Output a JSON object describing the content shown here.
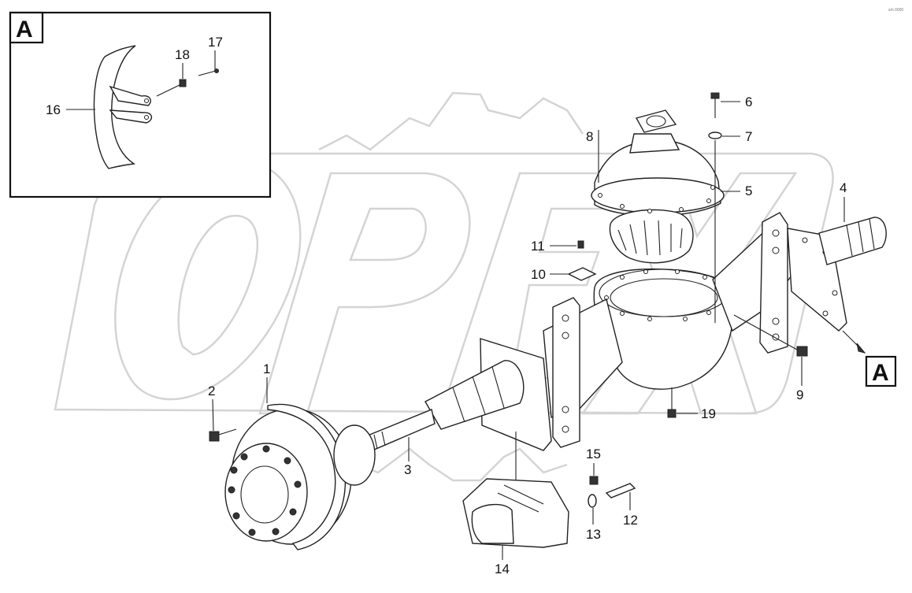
{
  "watermark": {
    "text": "OPEX",
    "color": "#d4d4d4"
  },
  "corner_mark": "s/n 0000",
  "detail_view": {
    "label": "A",
    "reference_label": "A"
  },
  "callouts": [
    {
      "id": "c1",
      "text": "1"
    },
    {
      "id": "c2",
      "text": "2"
    },
    {
      "id": "c3",
      "text": "3"
    },
    {
      "id": "c4",
      "text": "4"
    },
    {
      "id": "c5",
      "text": "5"
    },
    {
      "id": "c6",
      "text": "6"
    },
    {
      "id": "c7",
      "text": "7"
    },
    {
      "id": "c8",
      "text": "8"
    },
    {
      "id": "c9",
      "text": "9"
    },
    {
      "id": "c10",
      "text": "10"
    },
    {
      "id": "c11",
      "text": "11"
    },
    {
      "id": "c12",
      "text": "12"
    },
    {
      "id": "c13",
      "text": "13"
    },
    {
      "id": "c14",
      "text": "14"
    },
    {
      "id": "c15",
      "text": "15"
    },
    {
      "id": "c16",
      "text": "16"
    },
    {
      "id": "c17",
      "text": "17"
    },
    {
      "id": "c18",
      "text": "18"
    },
    {
      "id": "c19",
      "text": "19"
    }
  ]
}
